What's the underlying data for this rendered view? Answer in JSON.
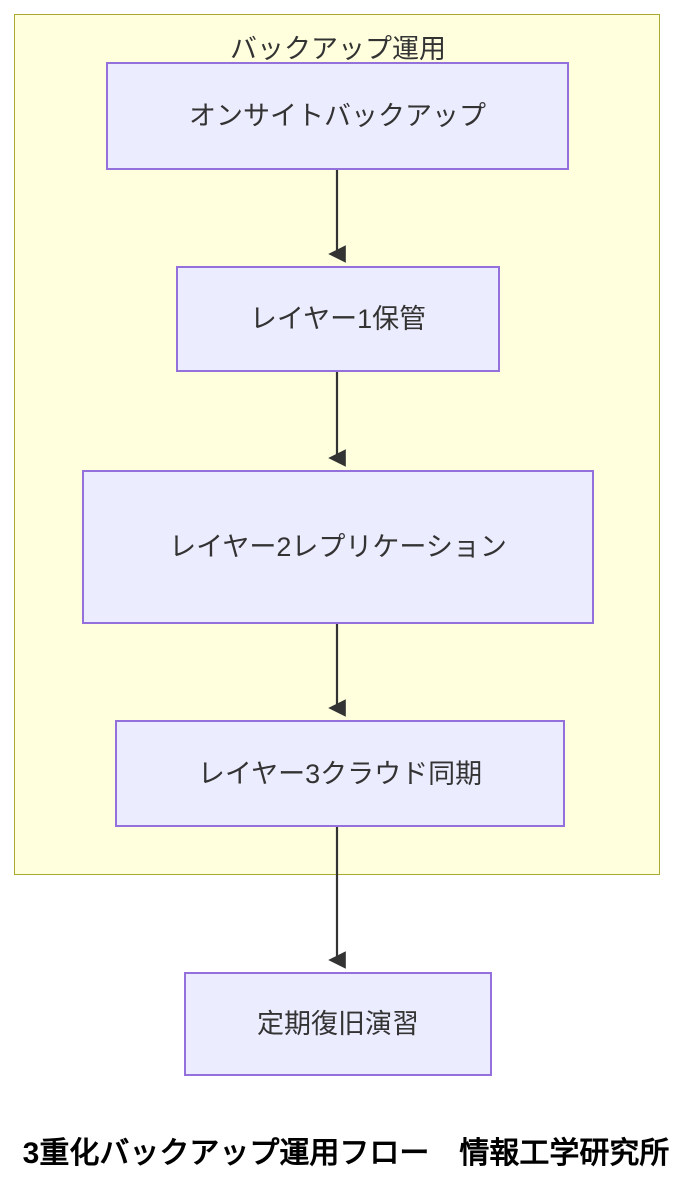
{
  "diagram": {
    "type": "flowchart",
    "direction": "top-to-bottom",
    "cluster": {
      "id": "backup-operations",
      "title": "バックアップ運用",
      "fill_color": "#FFFFDE",
      "border_color": "#AAAA33"
    },
    "node_style": {
      "fill_color": "#ECECFF",
      "border_color": "#9370DB",
      "text_color": "#333333"
    },
    "edge_style": {
      "line_color": "#333333",
      "arrowhead": "solid-triangle"
    },
    "nodes": [
      {
        "id": "onsite",
        "label": "オンサイトバックアップ",
        "in_cluster": true
      },
      {
        "id": "layer1",
        "label": "レイヤー1保管",
        "in_cluster": true
      },
      {
        "id": "layer2",
        "label": "レイヤー2レプリケーション",
        "in_cluster": true
      },
      {
        "id": "layer3",
        "label": "レイヤー3クラウド同期",
        "in_cluster": true
      },
      {
        "id": "drill",
        "label": "定期復旧演習",
        "in_cluster": false
      }
    ],
    "edges": [
      {
        "from": "onsite",
        "to": "layer1",
        "label": ""
      },
      {
        "from": "layer1",
        "to": "layer2",
        "label": ""
      },
      {
        "from": "layer2",
        "to": "layer3",
        "label": ""
      },
      {
        "from": "layer3",
        "to": "drill",
        "label": ""
      }
    ]
  },
  "caption": {
    "text": "3重化バックアップ運用フロー　情報工学研究所",
    "color": "#000000"
  }
}
